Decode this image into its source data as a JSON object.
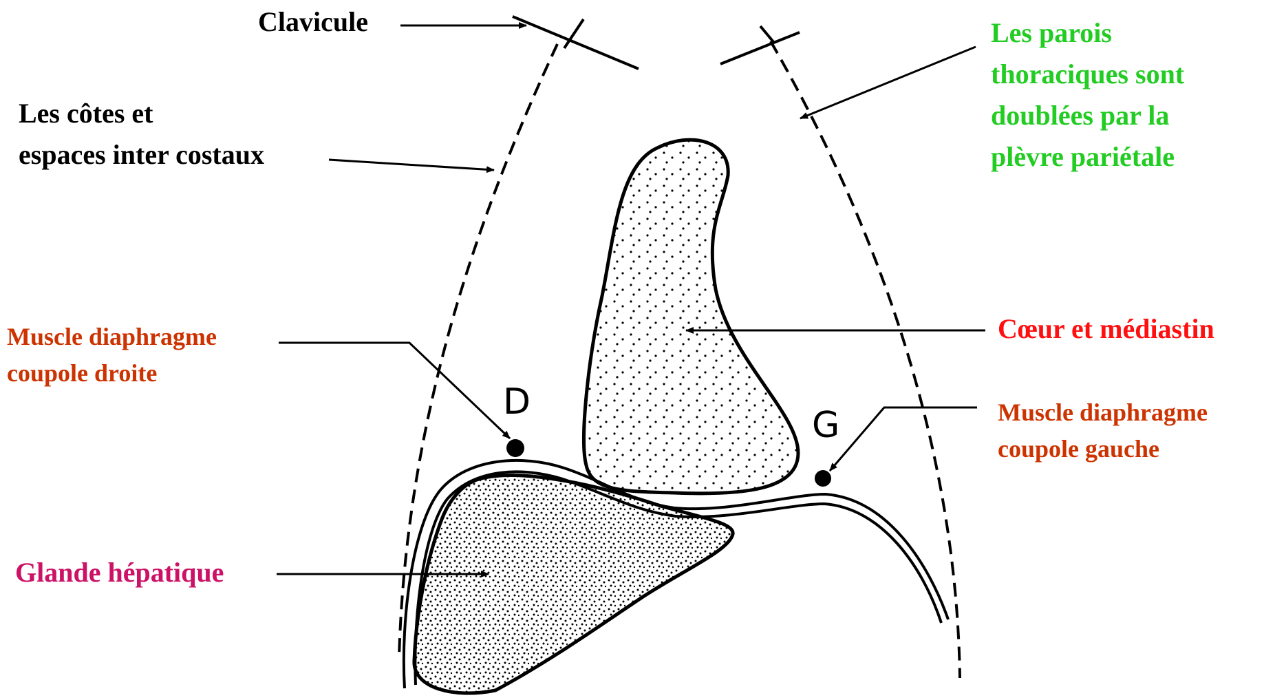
{
  "labels": {
    "clavicule": "Clavicule",
    "cotes": [
      "Les côtes et",
      "espaces inter costaux"
    ],
    "parois": [
      "Les parois",
      "thoraciques sont",
      "doublées par la",
      "plèvre pariétale"
    ],
    "coeur": "Cœur et médiastin",
    "coupole_droite": [
      "Muscle diaphragme",
      "coupole droite"
    ],
    "coupole_gauche": [
      "Muscle diaphragme",
      "coupole gauche"
    ],
    "glande": "Glande hépatique"
  },
  "markers": {
    "droite": "D",
    "gauche": "G"
  },
  "colors": {
    "black": "#000000",
    "green": "#22cc22",
    "red": "#ff1010",
    "orange_red": "#cc3300",
    "magenta": "#cc1166"
  }
}
